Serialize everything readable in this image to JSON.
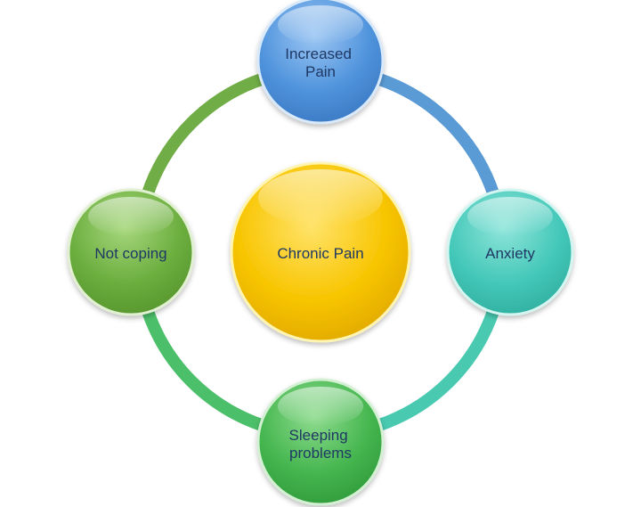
{
  "diagram": {
    "center": {
      "label": "Chronic Pain",
      "color": "#f5c400"
    },
    "nodes": [
      {
        "lines": [
          "Increased",
          "Pain"
        ],
        "color": "#4a8fd8"
      },
      {
        "lines": [
          "Anxiety"
        ],
        "color": "#42c6b8"
      },
      {
        "lines": [
          "Sleeping",
          "problems"
        ],
        "color": "#43b34d"
      },
      {
        "lines": [
          "Not coping"
        ],
        "color": "#6aab3c"
      }
    ],
    "ring_colors": {
      "top_right": "#5b9bd5",
      "bottom_right": "#48c9b0",
      "bottom_left": "#4cbf6a",
      "top_left": "#70ad47"
    }
  }
}
